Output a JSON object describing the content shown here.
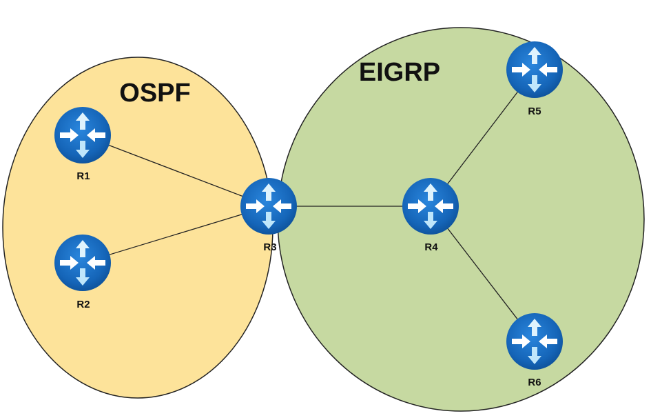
{
  "areas": [
    {
      "key": "ospf",
      "label": "OSPF",
      "color": "#fde39a",
      "stroke": "#222222"
    },
    {
      "key": "eigrp",
      "label": "EIGRP",
      "color": "#c6d9a1",
      "stroke": "#222222"
    }
  ],
  "routers": [
    {
      "key": "r1",
      "label": "R1"
    },
    {
      "key": "r2",
      "label": "R2"
    },
    {
      "key": "r3",
      "label": "R3"
    },
    {
      "key": "r4",
      "label": "R4"
    },
    {
      "key": "r5",
      "label": "R5"
    },
    {
      "key": "r6",
      "label": "R6"
    }
  ],
  "links": [
    {
      "from": "r1",
      "to": "r3"
    },
    {
      "from": "r2",
      "to": "r3"
    },
    {
      "from": "r3",
      "to": "r4"
    },
    {
      "from": "r4",
      "to": "r5"
    },
    {
      "from": "r4",
      "to": "r6"
    }
  ],
  "colors": {
    "router_fill": "#1f6fc4",
    "router_arrow": "#ffffff",
    "router_arrow_light": "#bfe6fb",
    "link": "#222222"
  },
  "icons": {
    "router": "router-icon"
  }
}
